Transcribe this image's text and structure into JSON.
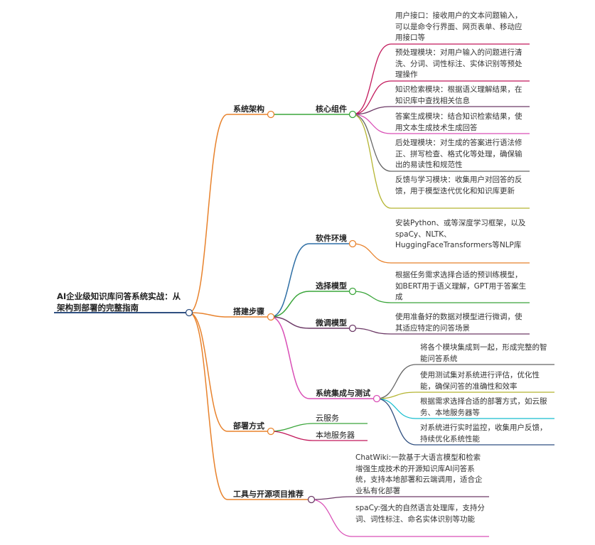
{
  "root": {
    "line1": "AI企业级知识库问答系统实战：从",
    "line2": "架构到部署的完整指南"
  },
  "branches": {
    "arch": "系统架构",
    "build": "搭建步骤",
    "deploy": "部署方式",
    "tools": "工具与开源项目推荐"
  },
  "arch": {
    "core": "核心组件",
    "leaves": [
      "用户接口：接收用户的文本问题输入，可以是命令行界面、网页表单、移动应用接口等",
      "预处理模块：对用户输入的问题进行清洗、分词、词性标注、实体识别等预处理操作",
      "知识检索模块：根据语义理解结果，在知识库中查找相关信息",
      "答案生成模块：结合知识检索结果，使用文本生成技术生成回答",
      "后处理模块：对生成的答案进行语法修正、拼写检查、格式化等处理，确保输出的易读性和规范性",
      "反馈与学习模块：收集用户对回答的反馈，用于模型迭代优化和知识库更新"
    ]
  },
  "build": {
    "software": {
      "label": "软件环境",
      "leaf": "安装Python、或等深度学习框架，以及spaCy、NLTK、HuggingFaceTransformers等NLP库"
    },
    "model": {
      "label": "选择模型",
      "leaf": "根据任务需求选择合适的预训练模型，如BERT用于语义理解，GPT用于答案生成"
    },
    "finetune": {
      "label": "微调模型",
      "leaf": "使用准备好的数据对模型进行微调，使其适应特定的问答场景"
    },
    "integration": {
      "label": "系统集成与测试",
      "leaves": [
        "将各个模块集成到一起，形成完整的智能问答系统",
        "使用测试集对系统进行评估，优化性能，确保问答的准确性和效率",
        "根据需求选择合适的部署方式，如云服务、本地服务器等",
        "对系统进行实时监控，收集用户反馈，持续优化系统性能"
      ]
    }
  },
  "deploy": {
    "leaves": [
      "云服务",
      "本地服务器"
    ]
  },
  "tools": {
    "leaves": [
      "ChatWiki:一款基于大语言模型和检索增强生成技术的开源知识库AI问答系统，支持本地部署和云端调用，适合企业私有化部署",
      "spaCy:强大的自然语言处理库，支持分词、词性标注、命名实体识别等功能"
    ]
  },
  "colors": {
    "root": "#2f4f80",
    "arch": "#e8822c",
    "build": "#e8822c",
    "deploy": "#e8822c",
    "tools": "#e8822c",
    "core": "#3aa53a",
    "software": "#e8822c",
    "model": "#3aa53a",
    "finetune": "#6d3a67",
    "integration": "#d94fb6",
    "arch_leaf_1": "#c2185b",
    "arch_leaf_2": "#c2185b",
    "arch_leaf_3": "#6d3a67",
    "arch_leaf_4": "#d94fb6",
    "arch_leaf_5": "#666666",
    "arch_leaf_6": "#b5b532",
    "int_leaf_1": "#666666",
    "int_leaf_2": "#b5b532",
    "int_leaf_3": "#17becf",
    "int_leaf_4": "#2f4f80",
    "deploy_leaf_1": "#3aa53a",
    "deploy_leaf_2": "#c2185b",
    "tools_leaf_1": "#6d3a67",
    "tools_leaf_2": "#d94fb6"
  }
}
